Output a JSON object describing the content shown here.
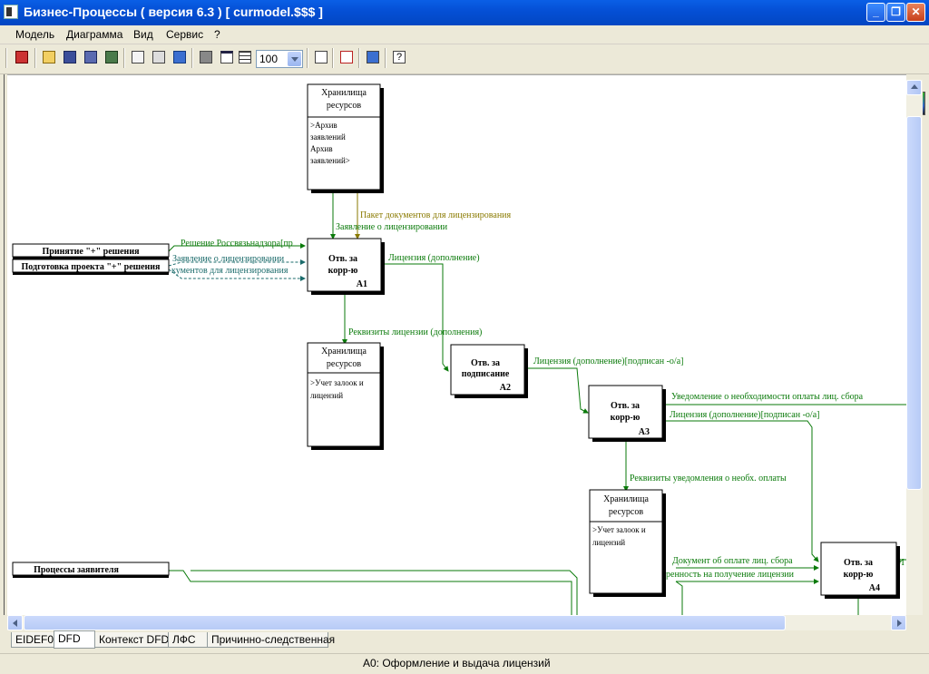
{
  "window": {
    "title": "Бизнес-Процессы ( версия 6.3 ) [ curmodel.$$$ ]"
  },
  "menu": [
    "Модель",
    "Диаграмма",
    "Вид",
    "Сервис",
    "?"
  ],
  "toolbar": {
    "zoom_value": "100"
  },
  "diagram": {
    "stores": [
      {
        "title": "Хранилища ресурсов",
        "content": [
          ">Архив",
          "заявлений",
          "Архив",
          "заявлений>"
        ]
      },
      {
        "title": "Хранилища ресурсов",
        "content": [
          ">Учет залоок и",
          "лицензий"
        ]
      },
      {
        "title": "Хранилища ресурсов",
        "content": [
          ">Учет залоок и",
          "лицензий"
        ]
      }
    ],
    "activities": [
      {
        "label": [
          "Отв. за",
          "корр-ю"
        ],
        "code": "A1"
      },
      {
        "label": [
          "Отв. за",
          "подписание"
        ],
        "code": "A2"
      },
      {
        "label": [
          "Отв. за",
          "корр-ю"
        ],
        "code": "A3"
      },
      {
        "label": [
          "Отв. за",
          "корр-ю"
        ],
        "code": "A4"
      }
    ],
    "externals": [
      "Принятие \"+\" решения",
      "Подготовка проекта \"+\" решения",
      "Процессы заявителя"
    ],
    "flows": [
      "Пакет документов для лицензирования",
      "Заявление о лицензировании",
      "Решение Россвязьнадзора[пр",
      "Заявление о лицензировании",
      "кументов для лицензирования",
      "Лицензия (дополнение)",
      "Реквизиты лицензии (дополнения)",
      "Лицензия (дополнение)[подписан -о/а]",
      "Уведомление о необходимости оплаты лиц. сбора",
      "Лицензия (дополнение)[подписан -о/а]",
      "Реквизиты уведомления о необх. оплаты",
      "Документ об оплате лиц. сбора",
      "ренность на получение лицензии",
      "Л"
    ]
  },
  "tabs": [
    "EIDEF0",
    "DFD",
    "Контекст DFD",
    "ЛФС",
    "Причинно-следственная"
  ],
  "active_tab": "DFD",
  "status": "A0: Оформление и выдача лицензий",
  "colors": {
    "flow_green": "#0A7A0A",
    "flow_olive": "#8A7A00",
    "flow_teal": "#1B6B6B",
    "titlebar": "#0550D6"
  }
}
